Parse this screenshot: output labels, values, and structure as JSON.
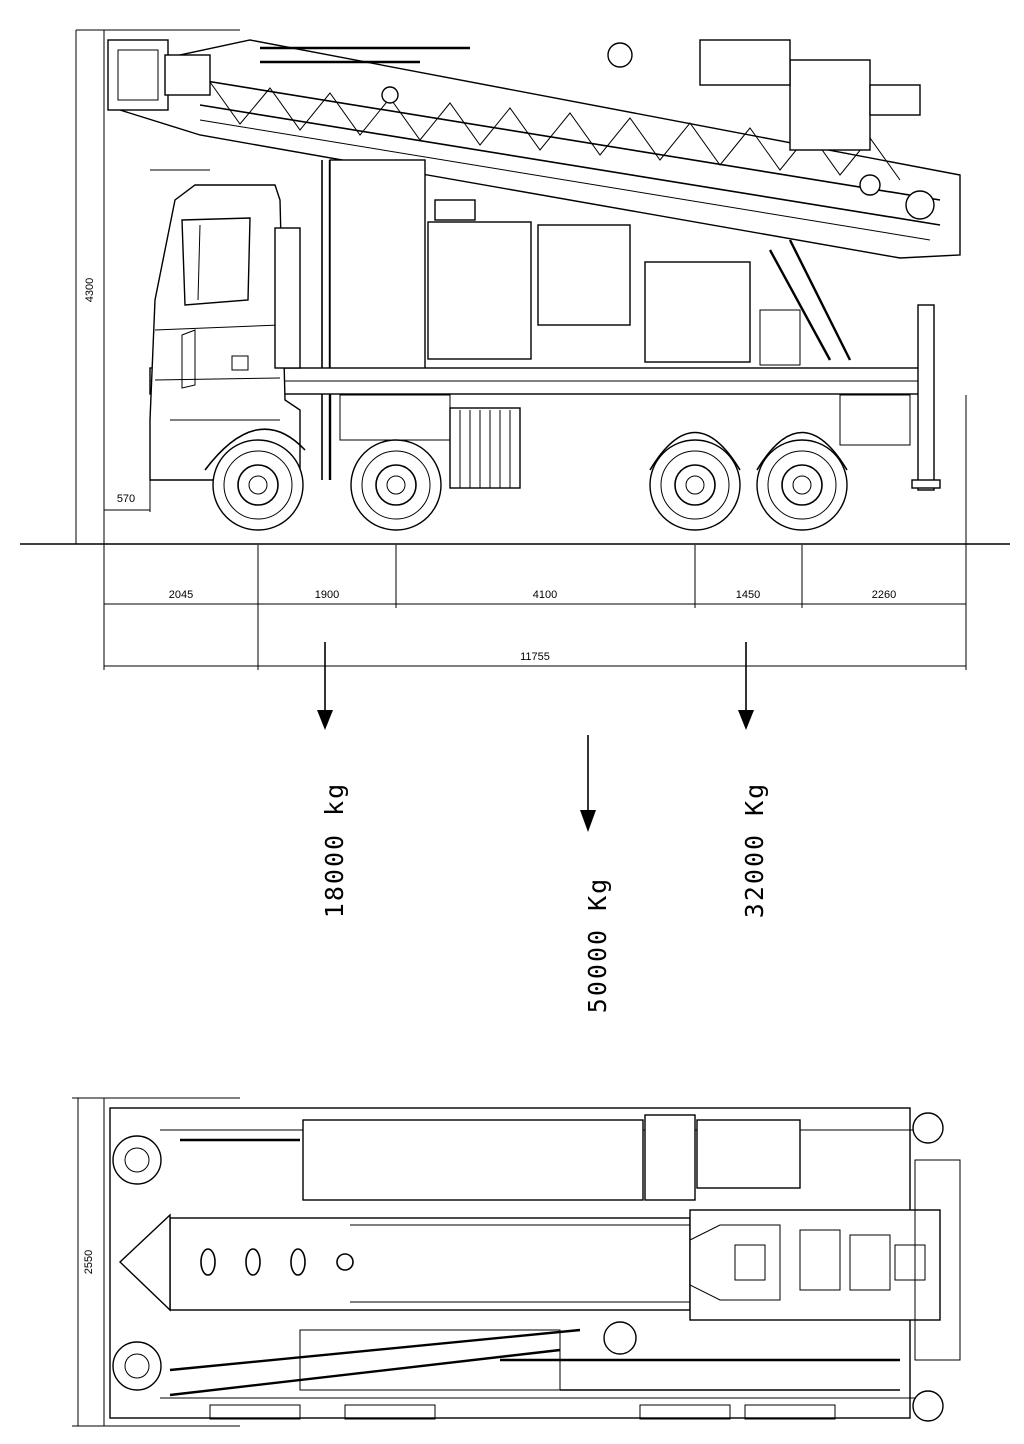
{
  "side_view": {
    "dimensions": {
      "height": "4300",
      "front_bumper": "570",
      "front_overhang": "2045",
      "wheelbase_1": "1900",
      "wheelbase_2": "4100",
      "wheelbase_3": "1450",
      "rear_overhang": "2260",
      "overall_length": "11755"
    }
  },
  "loads": {
    "front_axles": "18000 kg",
    "total": "50000 Kg",
    "rear_axles": "32000 Kg"
  },
  "top_view": {
    "dimensions": {
      "width": "2550"
    }
  }
}
